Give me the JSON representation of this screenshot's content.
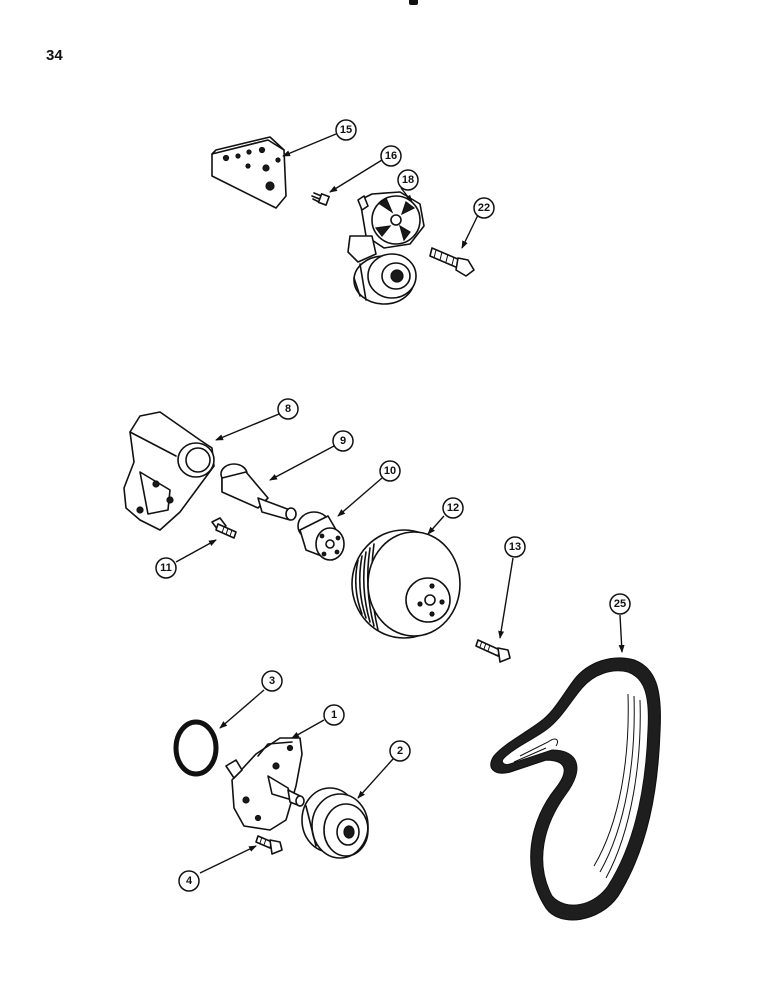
{
  "page": {
    "number": "34"
  },
  "callouts": {
    "c15": "15",
    "c16": "16",
    "c18": "18",
    "c22": "22",
    "c8": "8",
    "c9": "9",
    "c10": "10",
    "c12": "12",
    "c11": "11",
    "c13": "13",
    "c25": "25",
    "c3": "3",
    "c1": "1",
    "c2": "2",
    "c4": "4"
  }
}
